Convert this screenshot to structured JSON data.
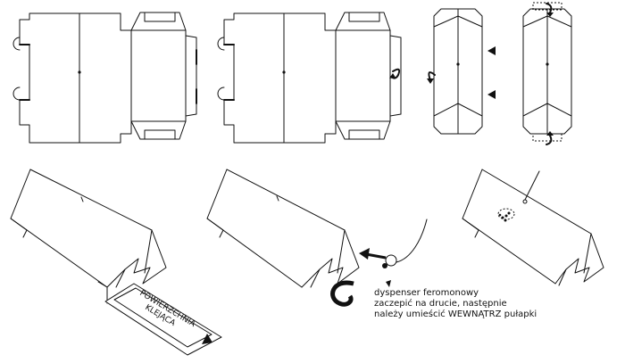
{
  "illustration": {
    "adhesive_label_line1": "POWIERZCHNIA",
    "adhesive_label_line2": "KLEJĄCA",
    "dispenser_note_line1": "dyspenser feromonowy",
    "dispenser_note_line2": "zaczepić na drucie, następnie",
    "dispenser_note_line3": "należy umieścić WEWNĄTRZ pułapki"
  },
  "icons": {
    "fold_arrow": "curved-fold-arrow-icon",
    "direction_arrow": "triangle-arrow-icon",
    "horseshoe": "horseshoe-arrow-icon",
    "dispenser": "pheromone-dispenser-icon"
  }
}
